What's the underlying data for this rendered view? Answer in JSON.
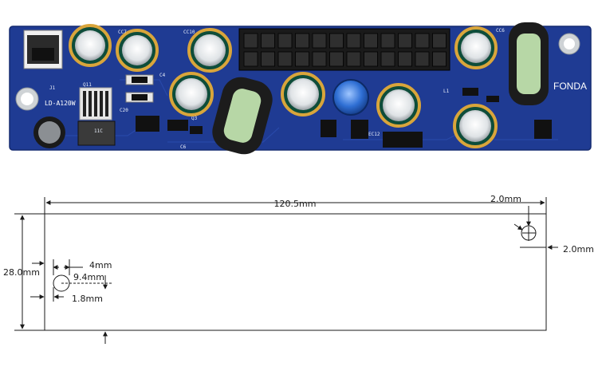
{
  "board": {
    "brand": "FONDA",
    "model": "LD-A120W",
    "ic_label": "11C",
    "silkscreen": [
      "CC7",
      "CC10",
      "CC6",
      "Q11",
      "C20",
      "EC12",
      "L1",
      "C4",
      "C6",
      "Q3",
      "J1"
    ],
    "colors": {
      "pcb": "#1f3b93",
      "pcb_dark": "#142a70",
      "cap_top": "#d9a53b",
      "cap_body": "#0e4d3a"
    }
  },
  "drawing": {
    "dims": {
      "length": "120.5mm",
      "height": "28.0mm",
      "hole_dia": "4mm",
      "hole_from_bottom": "9.4mm",
      "hole_from_left": "1.8mm",
      "top_right_from_top": "2.0mm",
      "top_right_from_right": "2.0mm"
    }
  }
}
